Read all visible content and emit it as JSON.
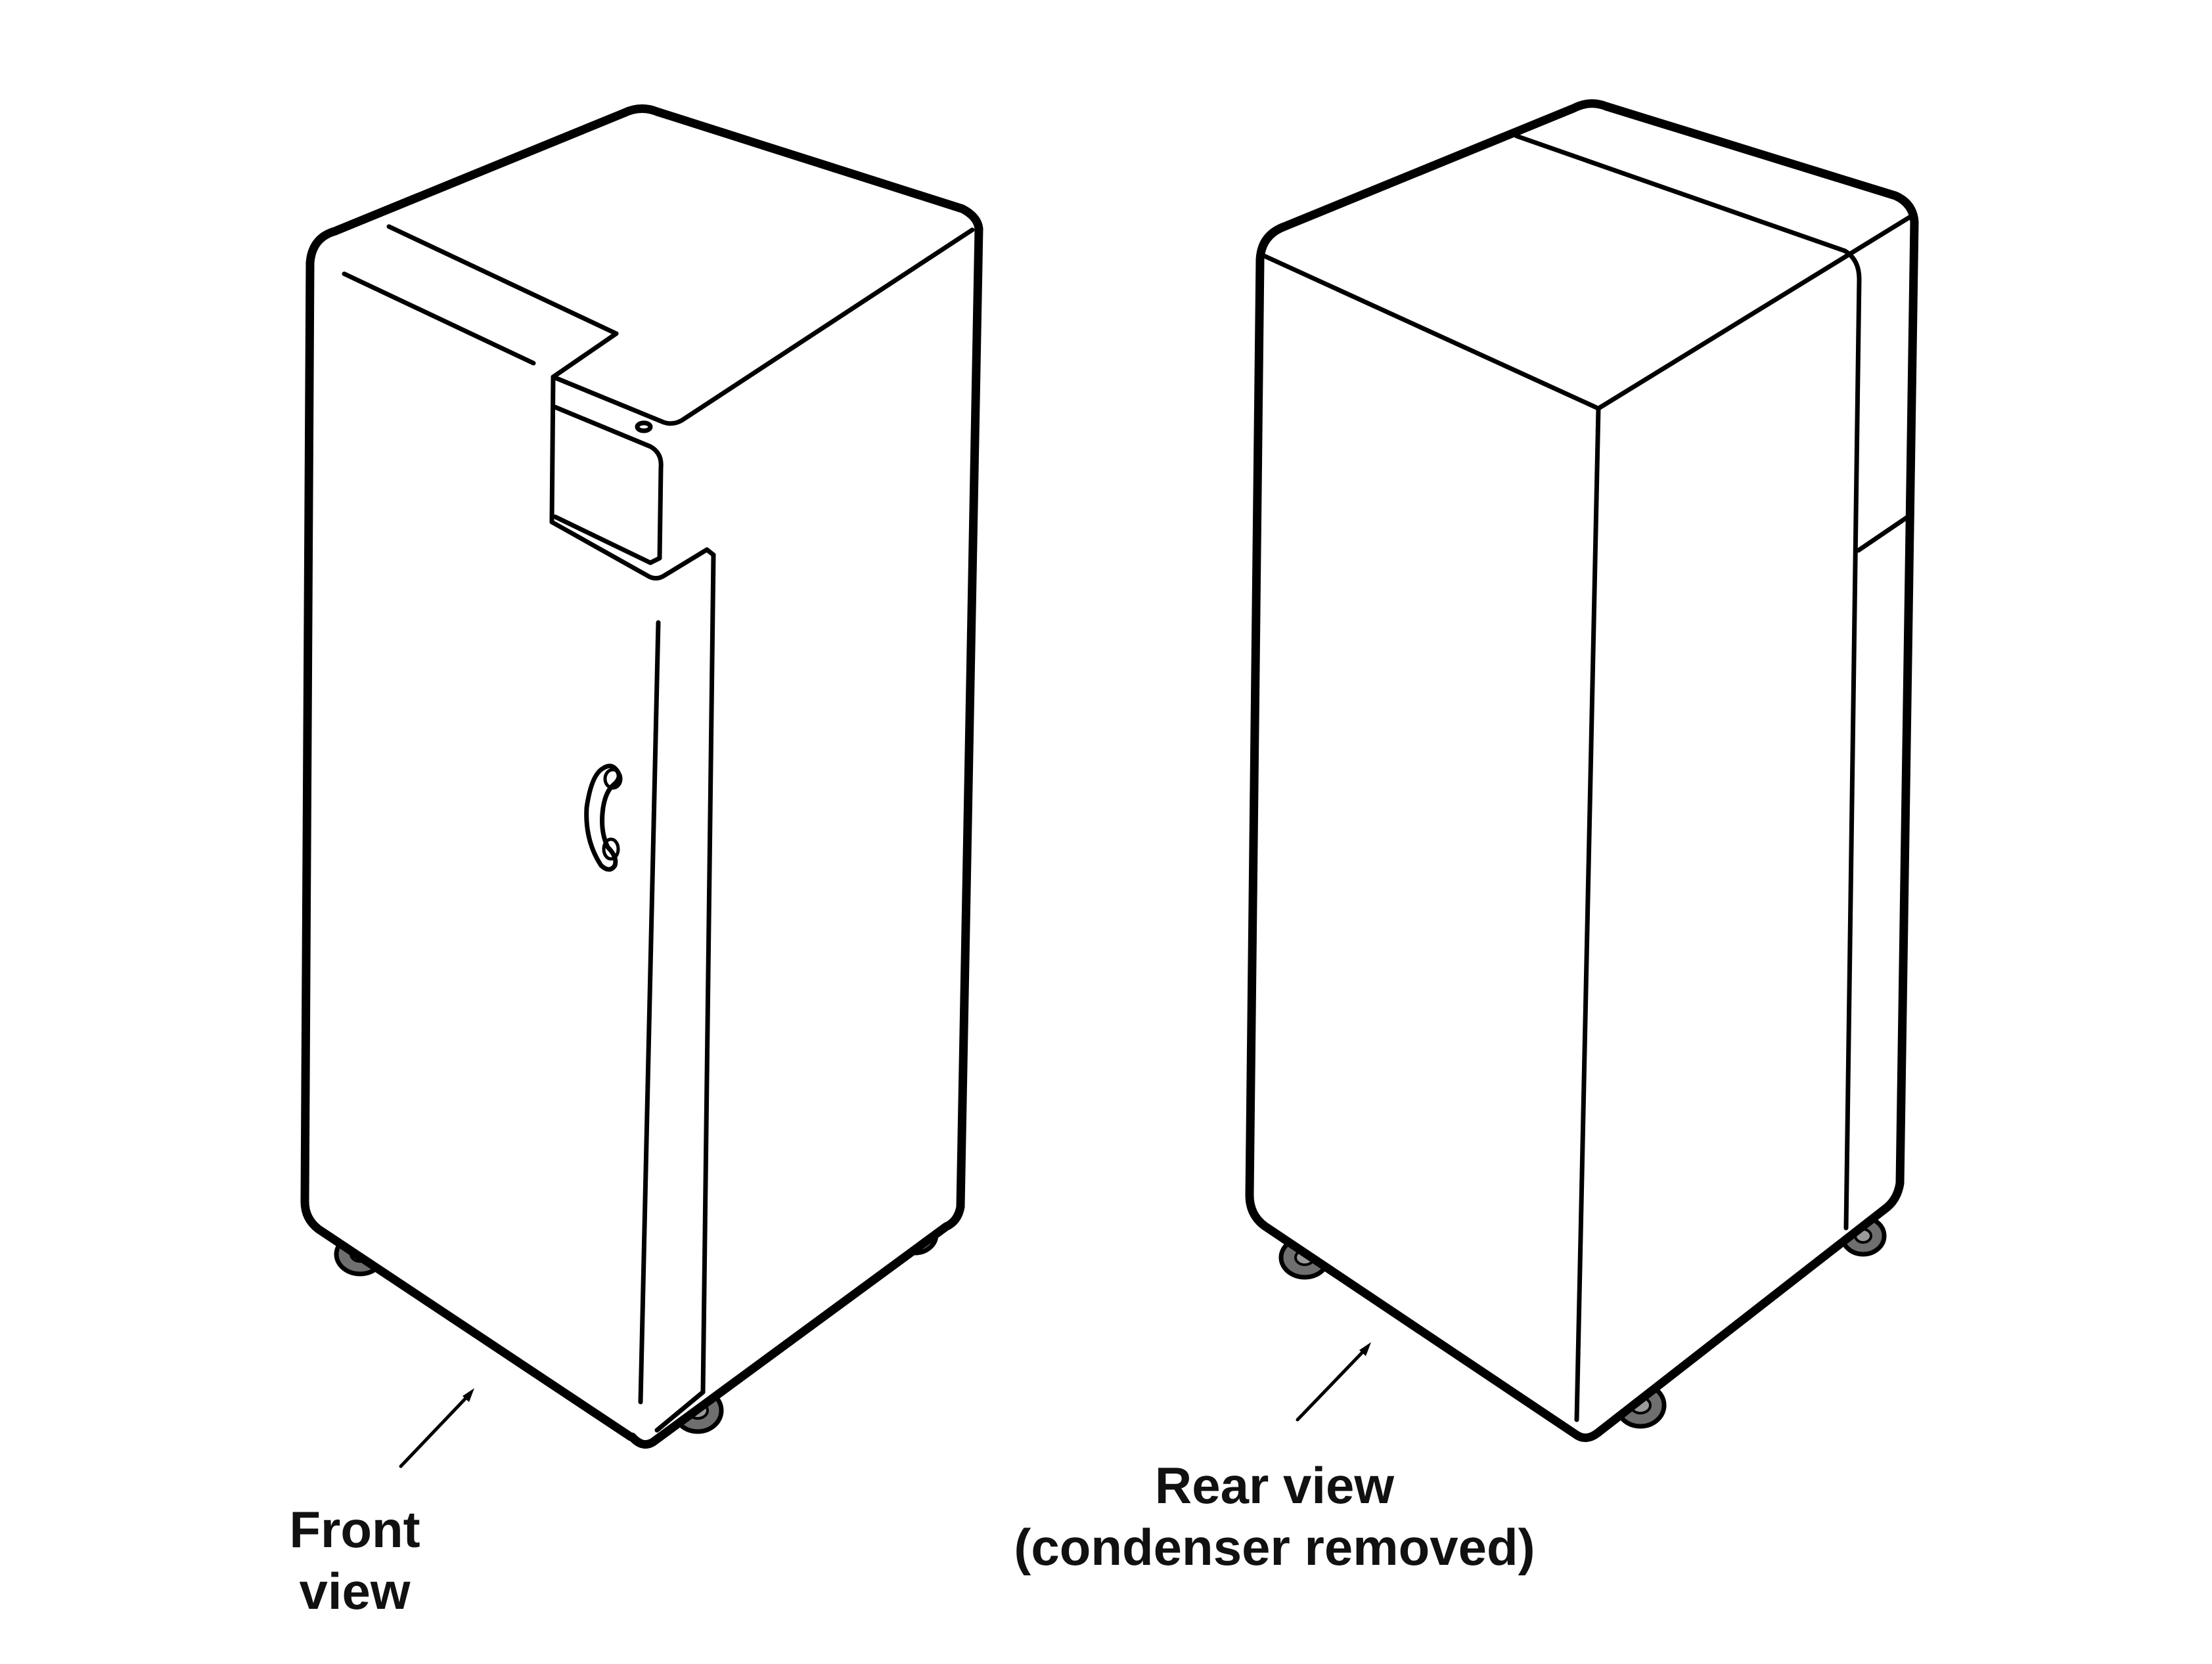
{
  "labels": {
    "front_line1": "Front",
    "front_line2": "view",
    "rear_line1": "Rear view",
    "rear_line2": "(condenser removed)"
  },
  "colors": {
    "outline": "#000000",
    "wheel": "#6f6f6f",
    "background": "#ffffff"
  }
}
